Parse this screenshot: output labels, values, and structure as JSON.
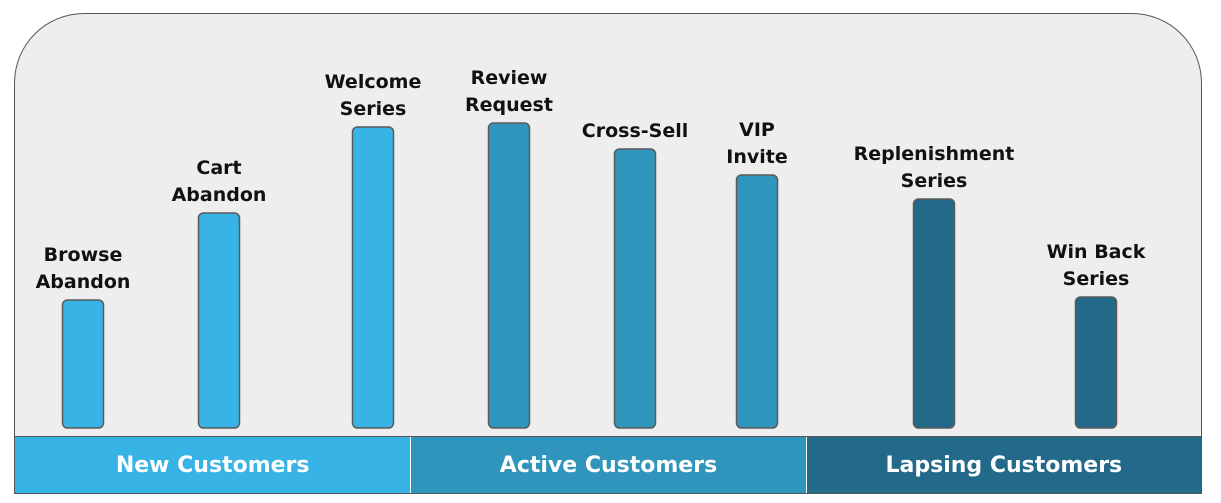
{
  "chart_data": {
    "type": "bar",
    "categories": [
      "Browse Abandon",
      "Cart Abandon",
      "Welcome Series",
      "Review Request",
      "Cross-Sell",
      "VIP Invite",
      "Replenishment Series",
      "Win Back Series"
    ],
    "category_lines": [
      [
        "Browse",
        "Abandon"
      ],
      [
        "Cart",
        "Abandon"
      ],
      [
        "Welcome",
        "Series"
      ],
      [
        "Review",
        "Request"
      ],
      [
        "Cross-Sell"
      ],
      [
        "VIP",
        "Invite"
      ],
      [
        "Replenishment",
        "Series"
      ],
      [
        "Win Back",
        "Series"
      ]
    ],
    "values": [
      128,
      215,
      301,
      305,
      279,
      253,
      229,
      131
    ],
    "groups": [
      {
        "label": "New Customers",
        "categories": [
          0,
          1,
          2
        ],
        "color": "#38b3e6"
      },
      {
        "label": "Active Customers",
        "categories": [
          3,
          4,
          5
        ],
        "color": "#2f95bc"
      },
      {
        "label": "Lapsing Customers",
        "categories": [
          6,
          7
        ],
        "color": "#22698a"
      }
    ],
    "ylim": [
      0,
      310
    ],
    "grid": false,
    "legend": "none"
  }
}
